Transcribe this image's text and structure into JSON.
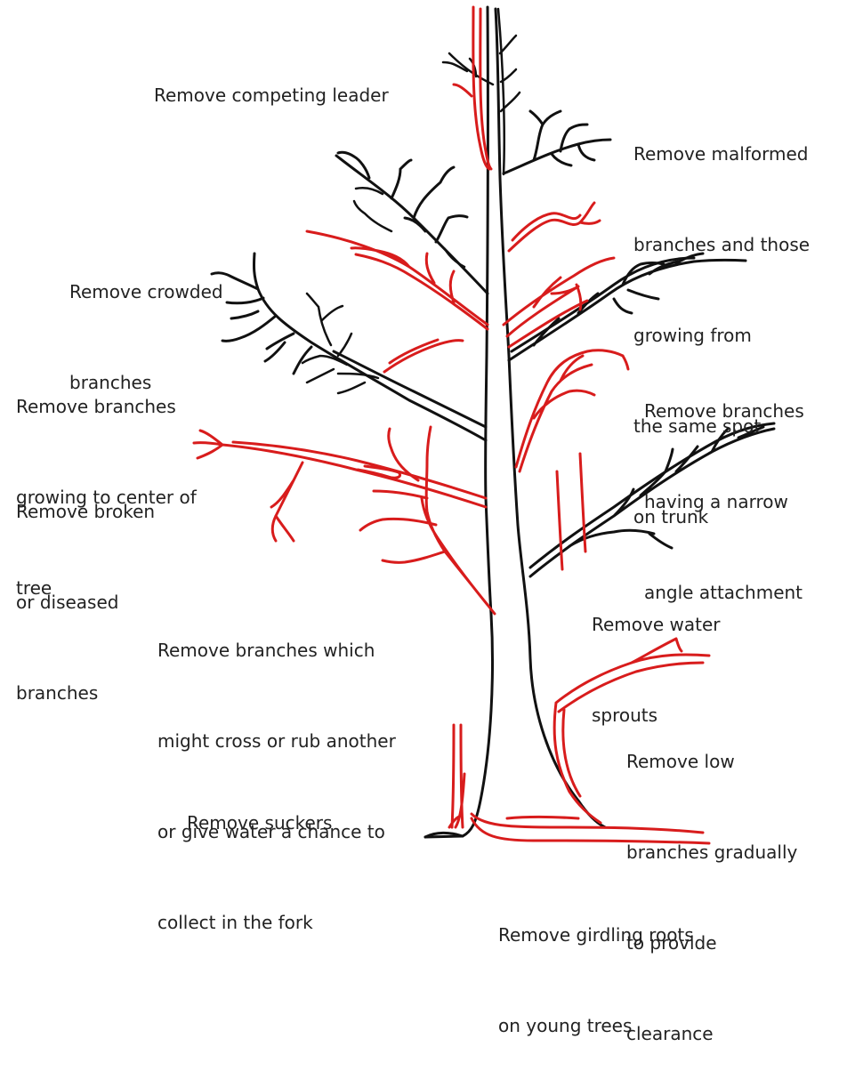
{
  "colors": {
    "keep": "#111111",
    "remove": "#d81c1c",
    "text": "#222222",
    "background": "#ffffff"
  },
  "labels": {
    "competing_leader": [
      "Remove competing leader"
    ],
    "malformed": [
      "Remove malformed",
      "branches and those",
      "growing from",
      "the same spot",
      "on trunk"
    ],
    "crowded": [
      "Remove crowded",
      "branches"
    ],
    "center": [
      "Remove branches",
      "growing to center of",
      "tree"
    ],
    "narrow_angle": [
      "Remove branches",
      "having a narrow",
      "angle attachment"
    ],
    "broken": [
      "Remove broken",
      "or diseased",
      "branches"
    ],
    "water_sprouts": [
      "Remove water",
      "sprouts"
    ],
    "crossing": [
      "Remove branches which",
      "might cross or rub another",
      "or give water a chance to",
      "collect in the fork"
    ],
    "low_branches": [
      "Remove low",
      "branches gradually",
      "to provide",
      "clearance"
    ],
    "suckers": [
      "Remove suckers"
    ],
    "girdling_roots": [
      "Remove girdling roots",
      "on young trees"
    ]
  }
}
